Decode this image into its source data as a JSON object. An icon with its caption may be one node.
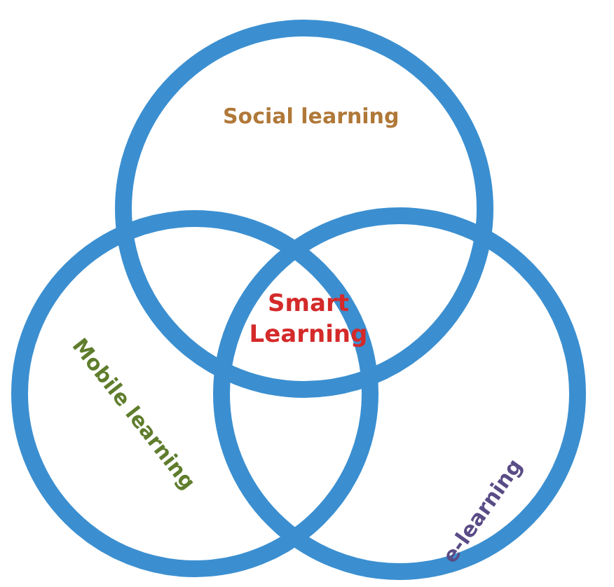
{
  "diagram": {
    "nodes": [
      {
        "text": [
          "Social learning"
        ]
      },
      {
        "text": [
          "Mobile learning"
        ]
      },
      {
        "text": [
          "e-learning"
        ]
      }
    ],
    "labels": [
      "Smart Learning"
    ]
  }
}
